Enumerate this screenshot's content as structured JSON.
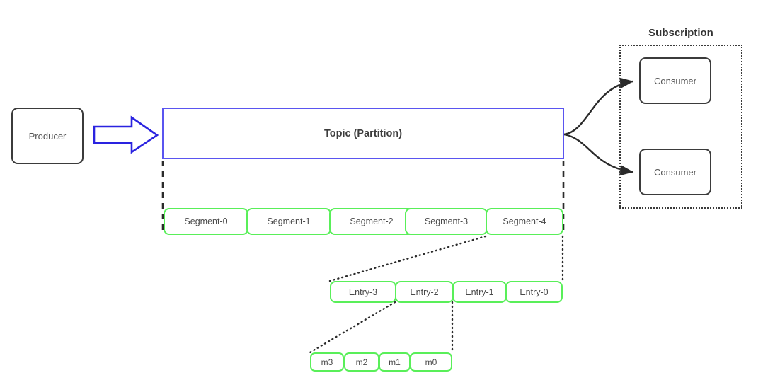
{
  "diagram": {
    "title_caption": "Subscription",
    "producer": {
      "label": "Producer"
    },
    "topic": {
      "label": "Topic (Partition)"
    },
    "consumers": [
      {
        "label": "Consumer"
      },
      {
        "label": "Consumer"
      }
    ],
    "segments": [
      {
        "label": "Segment-0"
      },
      {
        "label": "Segment-1"
      },
      {
        "label": "Segment-2"
      },
      {
        "label": "Segment-3"
      },
      {
        "label": "Segment-4"
      }
    ],
    "entries": [
      {
        "label": "Entry-3"
      },
      {
        "label": "Entry-2"
      },
      {
        "label": "Entry-1"
      },
      {
        "label": "Entry-0"
      }
    ],
    "messages": [
      {
        "label": "m3"
      },
      {
        "label": "m2"
      },
      {
        "label": "m1"
      },
      {
        "label": "m0"
      }
    ],
    "colors": {
      "topic_border": "#5a55f0",
      "arrow_blue": "#2a23e0",
      "green_border": "#59ef59",
      "dark_border": "#3b3b3b",
      "text": "#4a4a4a",
      "background": "#ffffff"
    }
  }
}
